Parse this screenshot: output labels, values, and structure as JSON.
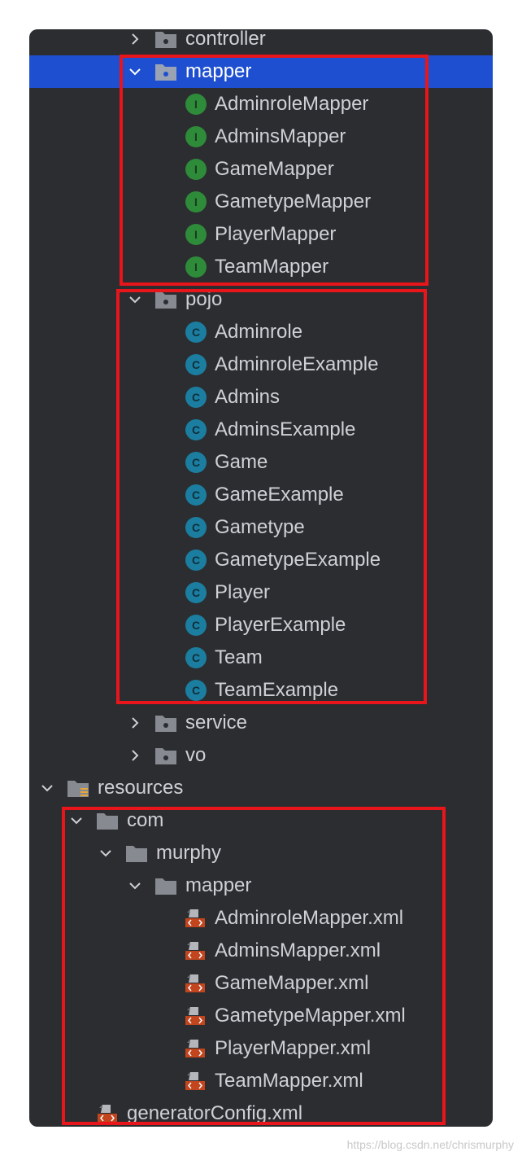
{
  "tree": {
    "controller": "controller",
    "mapper_pkg": "mapper",
    "mappers": [
      "AdminroleMapper",
      "AdminsMapper",
      "GameMapper",
      "GametypeMapper",
      "PlayerMapper",
      "TeamMapper"
    ],
    "pojo_pkg": "pojo",
    "pojos": [
      "Adminrole",
      "AdminroleExample",
      "Admins",
      "AdminsExample",
      "Game",
      "GameExample",
      "Gametype",
      "GametypeExample",
      "Player",
      "PlayerExample",
      "Team",
      "TeamExample"
    ],
    "service": "service",
    "vo": "vo",
    "resources": "resources",
    "com": "com",
    "murphy": "murphy",
    "res_mapper": "mapper",
    "xmls": [
      "AdminroleMapper.xml",
      "AdminsMapper.xml",
      "GameMapper.xml",
      "GametypeMapper.xml",
      "PlayerMapper.xml",
      "TeamMapper.xml"
    ],
    "generator": "generatorConfig.xml"
  },
  "icons": {
    "interface_badge": "I",
    "class_badge": "C"
  },
  "colors": {
    "panel_bg": "#2b2d30",
    "selected_bg": "#1e4fd0",
    "highlight_border": "#e8151b",
    "interface_icon": "#2e8b39",
    "class_icon": "#1b7ea0"
  },
  "watermark": "https://blog.csdn.net/chrismurphy"
}
